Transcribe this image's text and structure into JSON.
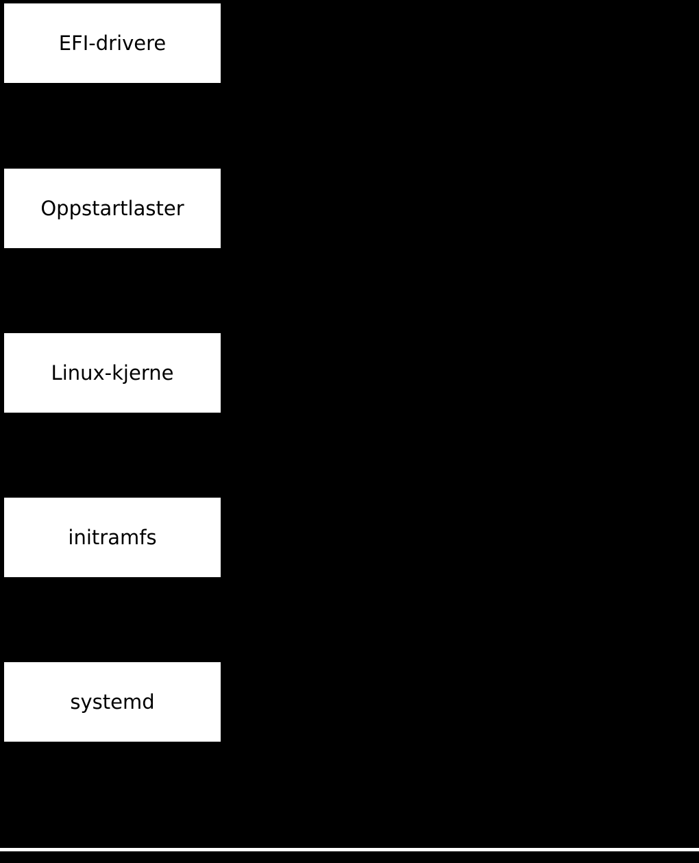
{
  "diagram": {
    "type": "flow",
    "background_color": "#000000",
    "node_fill_color": "#ffffff",
    "node_text_color": "#000000",
    "nodes": [
      {
        "label": "EFI-drivere"
      },
      {
        "label": "Oppstartlaster"
      },
      {
        "label": "Linux-kjerne"
      },
      {
        "label": "initramfs"
      },
      {
        "label": "systemd"
      }
    ]
  }
}
